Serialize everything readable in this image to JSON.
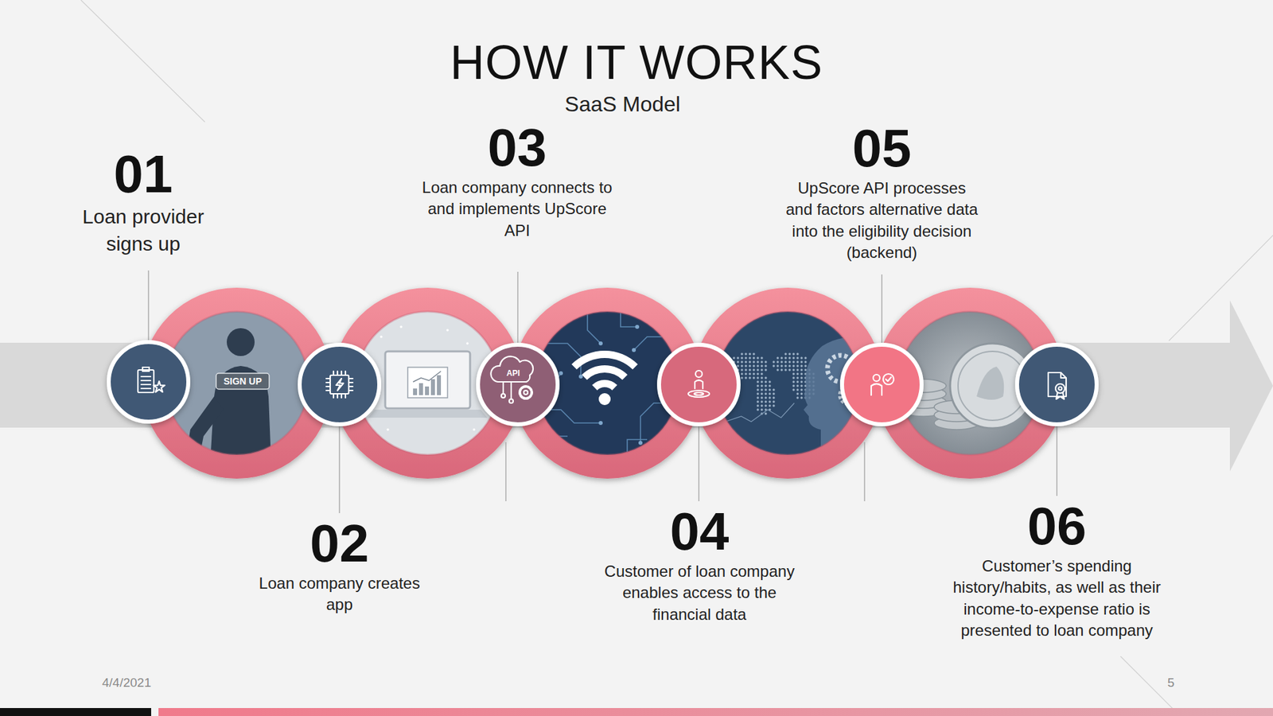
{
  "diagram": {
    "title": "HOW IT WORKS",
    "nodes": [
      {
        "text": [
          "01",
          "Loan provider signs up"
        ]
      },
      {
        "text": [
          "02",
          "Loan company creates app"
        ]
      },
      {
        "text": [
          "03",
          "Loan company connects to and implements UpScore API"
        ]
      },
      {
        "text": [
          "04",
          "Customer of loan company enables access to the financial data"
        ]
      },
      {
        "text": [
          "05",
          "UpScore API processes and factors alternative data into the eligibility decision (backend)"
        ]
      },
      {
        "text": [
          "06",
          "Customer’s spending history/habits, as well as their income-to-expense ratio is presented to loan company"
        ]
      }
    ],
    "labels": [
      "SaaS Model",
      "SIGN UP",
      "API",
      "4/4/2021",
      "5"
    ]
  }
}
